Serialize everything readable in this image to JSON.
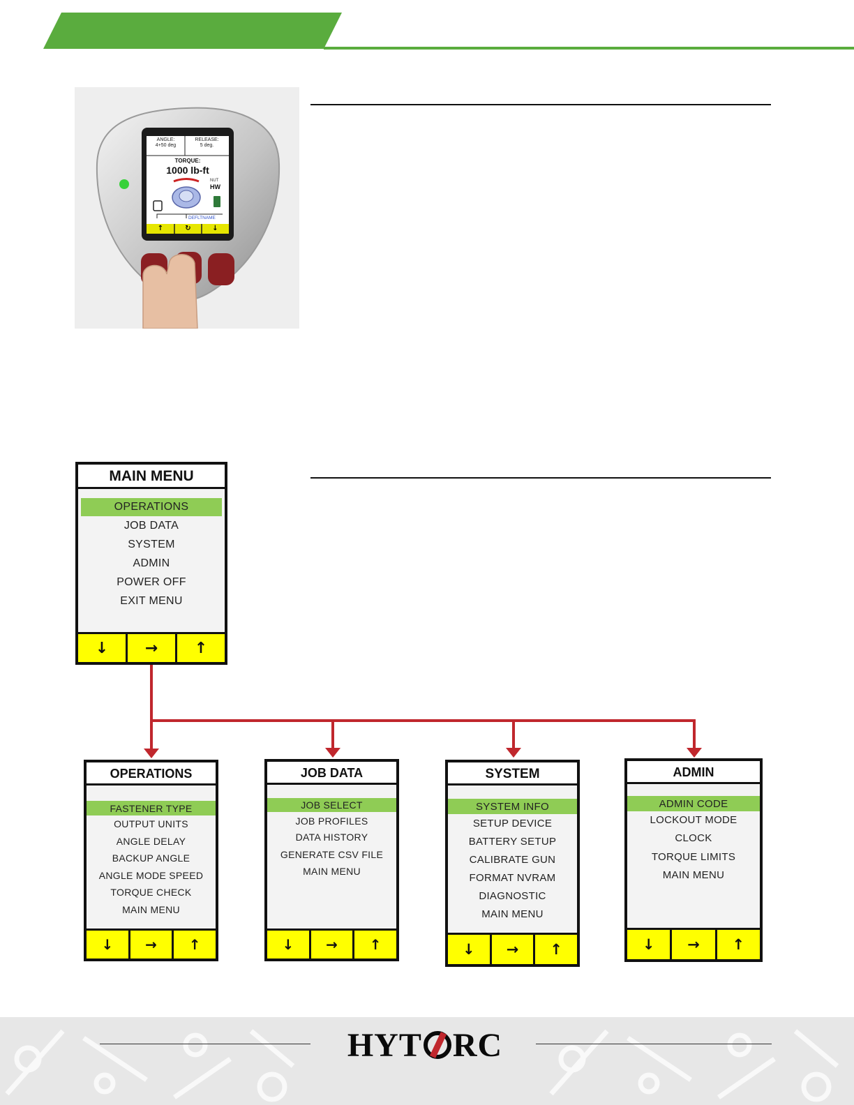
{
  "colors": {
    "accent_green": "#5aac3e",
    "highlight_green": "#8fcc55",
    "button_yellow": "#ffff00",
    "connector_red": "#c0272d"
  },
  "device": {
    "angle_label": "ANGLE:",
    "angle_value": "4+50 deg",
    "release_label": "RELEASE:",
    "release_value": "5  deg.",
    "torque_label": "TORQUE:",
    "torque_value": "1000 lb-ft",
    "nut_label": "NUT",
    "nut_value": "HW",
    "name_value": "DEFLTNAME",
    "buttons": [
      "↑",
      "↻",
      "↓"
    ]
  },
  "main_menu": {
    "title": "MAIN MENU",
    "items": [
      "OPERATIONS",
      "JOB DATA",
      "SYSTEM",
      "ADMIN",
      "POWER OFF",
      "EXIT MENU"
    ],
    "buttons": [
      "↓",
      "→",
      "↑"
    ]
  },
  "submenus": [
    {
      "title": "OPERATIONS",
      "items": [
        "FASTENER TYPE",
        "OUTPUT  UNITS",
        "ANGLE  DELAY",
        "BACKUP ANGLE",
        "ANGLE MODE SPEED",
        "TORQUE  CHECK",
        "MAIN MENU"
      ],
      "buttons": [
        "↓",
        "→",
        "↑"
      ]
    },
    {
      "title": "JOB DATA",
      "items": [
        "JOB SELECT",
        "JOB PROFILES",
        "DATA HISTORY",
        "GENERATE  CSV FILE",
        "MAIN MENU"
      ],
      "buttons": [
        "↓",
        "→",
        "↑"
      ]
    },
    {
      "title": "SYSTEM",
      "items": [
        "SYSTEM  INFO",
        "SETUP DEVICE",
        "BATTERY  SETUP",
        "CALIBRATE  GUN",
        "FORMAT  NVRAM",
        "DIAGNOSTIC",
        "MAIN MENU"
      ],
      "buttons": [
        "↓",
        "→",
        "↑"
      ]
    },
    {
      "title": "ADMIN",
      "items": [
        "ADMIN CODE",
        "LOCKOUT  MODE",
        "CLOCK",
        "TORQUE  LIMITS",
        "MAIN MENU"
      ],
      "buttons": [
        "↓",
        "→",
        "↑"
      ]
    }
  ],
  "footer": {
    "logo_left": "HYT",
    "logo_right": "RC"
  }
}
